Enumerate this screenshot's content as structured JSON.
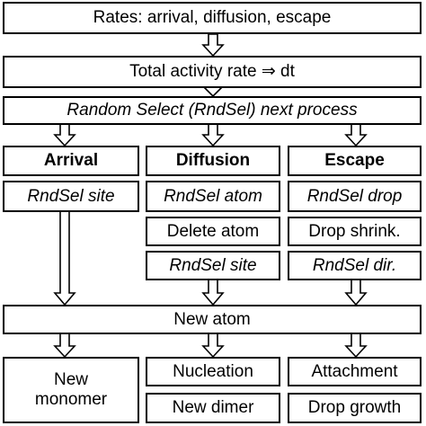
{
  "flowchart": {
    "rates": "Rates: arrival, diffusion, escape",
    "total_rate": "Total activity rate ⇒ dt",
    "random_select": "Random Select (RndSel) next process",
    "arrival": {
      "header": "Arrival",
      "step1": "RndSel site",
      "result_line1": "New",
      "result_line2": "monomer"
    },
    "diffusion": {
      "header": "Diffusion",
      "step1": "RndSel atom",
      "step2": "Delete atom",
      "step3": "RndSel site",
      "result1": "Nucleation",
      "result2": "New dimer"
    },
    "escape": {
      "header": "Escape",
      "step1": "RndSel drop",
      "step2": "Drop shrink.",
      "step3": "RndSel dir.",
      "result1": "Attachment",
      "result2": "Drop growth"
    },
    "new_atom": "New atom"
  }
}
